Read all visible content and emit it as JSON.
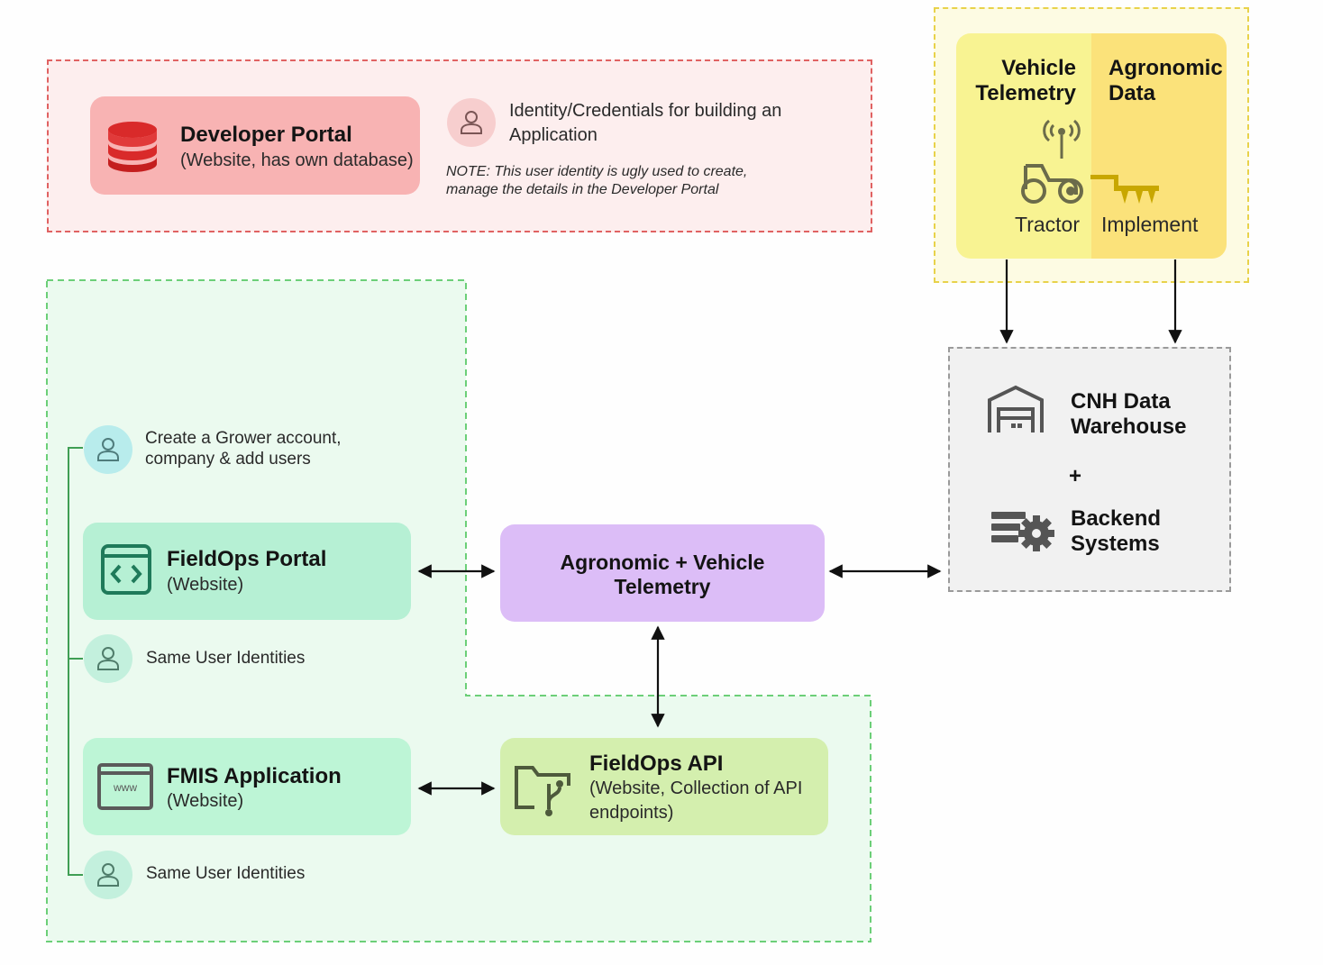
{
  "developer_portal": {
    "title": "Developer Portal",
    "subtitle": "(Website, has own database)",
    "identity_text": "Identity/Credentials for building an Application",
    "note": "NOTE:  This user identity is ugly used to create, manage the details in the Developer Portal"
  },
  "sources": {
    "vehicle_telemetry": "Vehicle Telemetry",
    "agronomic_data": "Agronomic Data",
    "tractor_label": "Tractor",
    "implement_label": "Implement"
  },
  "warehouse": {
    "title": "CNH Data Warehouse",
    "plus": "+",
    "backend": "Backend Systems"
  },
  "grower": {
    "create_text": "Create a Grower account, company & add users",
    "same_identities_1": "Same User Identities",
    "same_identities_2": "Same User Identities"
  },
  "fieldops_portal": {
    "title": "FieldOps Portal",
    "subtitle": "(Website)"
  },
  "fmis": {
    "title": "FMIS Application",
    "subtitle": "(Website)",
    "www": "www"
  },
  "telemetry": {
    "title": "Agronomic + Vehicle Telemetry"
  },
  "fieldops_api": {
    "title": "FieldOps API",
    "subtitle": "(Website, Collection of API endpoints)"
  },
  "colors": {
    "red_zone": "#e06262",
    "green_zone": "#6ccf78",
    "yellow_zone": "#e8d24a",
    "purple_card": "#dcbdf7",
    "icon_green": "#1f7a5a"
  }
}
